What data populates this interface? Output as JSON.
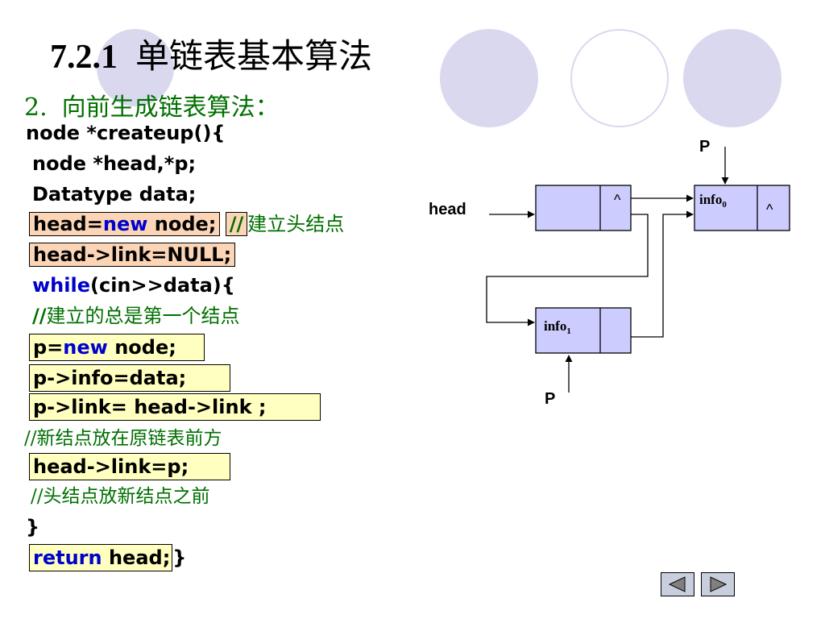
{
  "title": {
    "number": "7.2.1",
    "text": "单链表基本算法"
  },
  "subtitle": {
    "number": "2.",
    "text": "向前生成链表算法："
  },
  "code": {
    "l1": "node *createup(){",
    "l2": "node *head,*p;",
    "l3": "Datatype data;",
    "l4_a": "head=",
    "l4_kw": "new",
    "l4_b": " node;",
    "l4_slashes": "//",
    "l4_comment": "建立头结点",
    "l5": "head->link=NULL;",
    "l6_kw": "while",
    "l6_rest": "(cin>>data){",
    "l7_slashes": "//",
    "l7_comment": "建立的总是第一个结点",
    "l8_a": "p=",
    "l8_kw": "new",
    "l8_b": " node;",
    "l9": "p->info=data;",
    "l10": "p->link= head->link ;",
    "l11": "//新结点放在原链表前方",
    "l12": "head->link=p;",
    "l13": "//头结点放新结点之前",
    "l14": "}",
    "l15_kw": "return",
    "l15_b": " head;",
    "l15_end": "}"
  },
  "diagram": {
    "head_label": "head",
    "p_top": "P",
    "p_bottom": "P",
    "null_symbol": "^",
    "info0": "info",
    "info0_sub": "0",
    "info1": "info",
    "info1_sub": "1"
  },
  "nav": {
    "prev_icon": "triangle-left-icon",
    "next_icon": "triangle-right-icon"
  },
  "colors": {
    "accent_circle": "#d9d8ef",
    "node_fill": "#ccccff",
    "comment": "#007000",
    "keyword": "#0000cc",
    "highlight_orange": "#fbd5b5",
    "highlight_yellow": "#ffffc0"
  }
}
